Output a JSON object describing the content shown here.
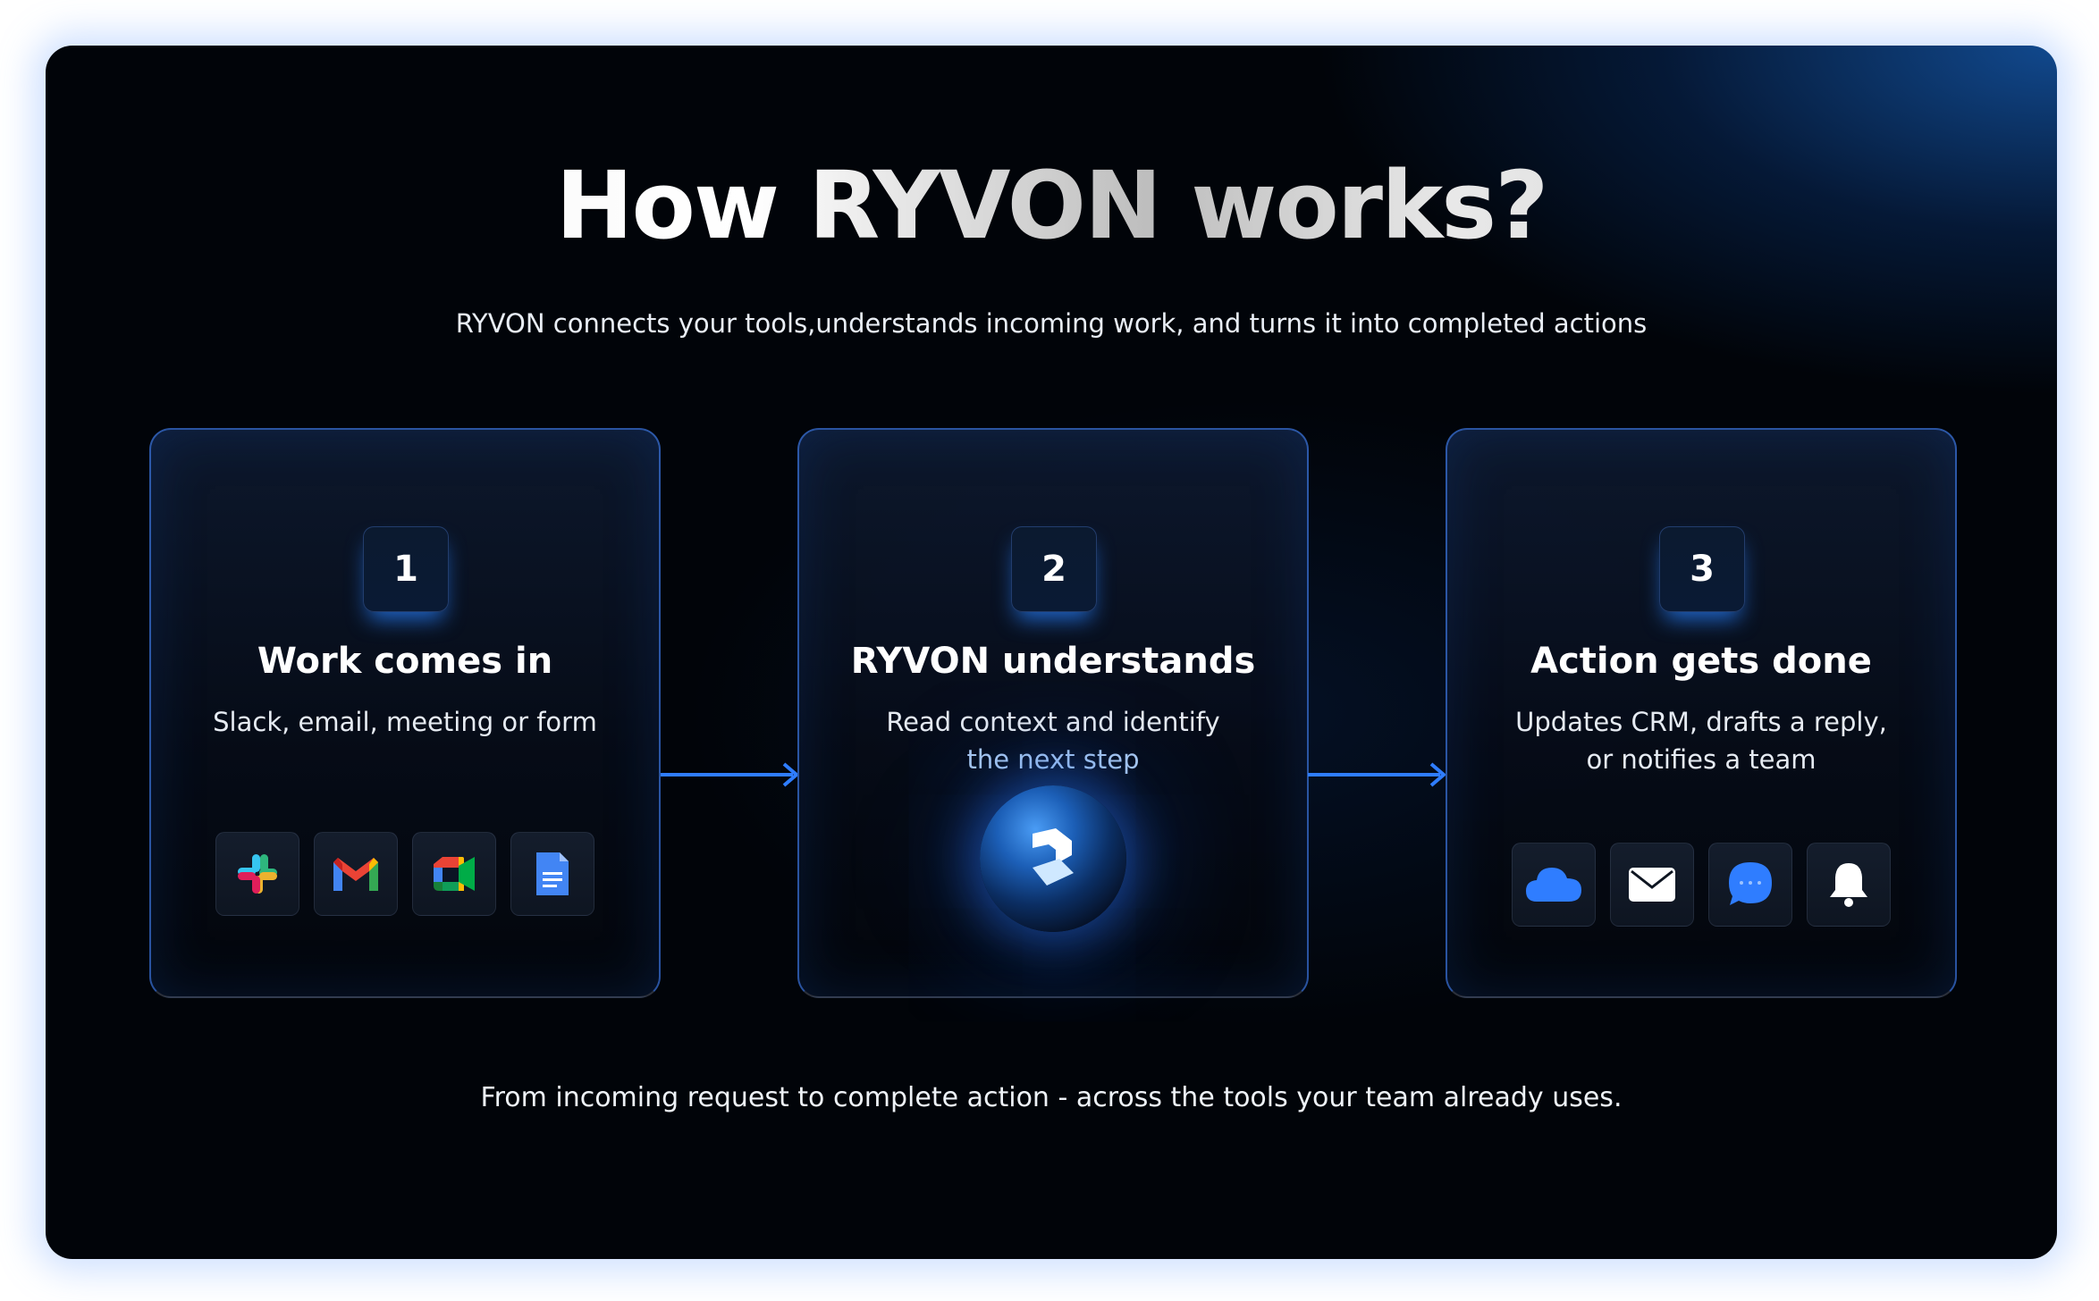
{
  "title": "How RYVON works?",
  "subtitle": "RYVON connects your tools,understands incoming work, and turns it into completed actions",
  "steps": [
    {
      "number": "1",
      "title": "Work comes in",
      "description": "Slack, email, meeting or form",
      "icons": [
        "slack-icon",
        "gmail-icon",
        "google-meet-icon",
        "google-docs-icon"
      ]
    },
    {
      "number": "2",
      "title": "RYVON understands",
      "description_line1": "Read context and identify",
      "description_line2": "the next step",
      "icons": [
        "ryvon-logo-icon"
      ]
    },
    {
      "number": "3",
      "title": "Action gets done",
      "description_line1": "Updates CRM, drafts a reply,",
      "description_line2": "or notifies a team",
      "icons": [
        "cloud-icon",
        "mail-icon",
        "chat-bubble-icon",
        "bell-icon"
      ]
    }
  ],
  "footer": "From incoming request to complete action - across the tools your team already uses.",
  "colors": {
    "accent_blue": "#2f7dff",
    "card_border": "#376ed2",
    "background": "#010409"
  }
}
